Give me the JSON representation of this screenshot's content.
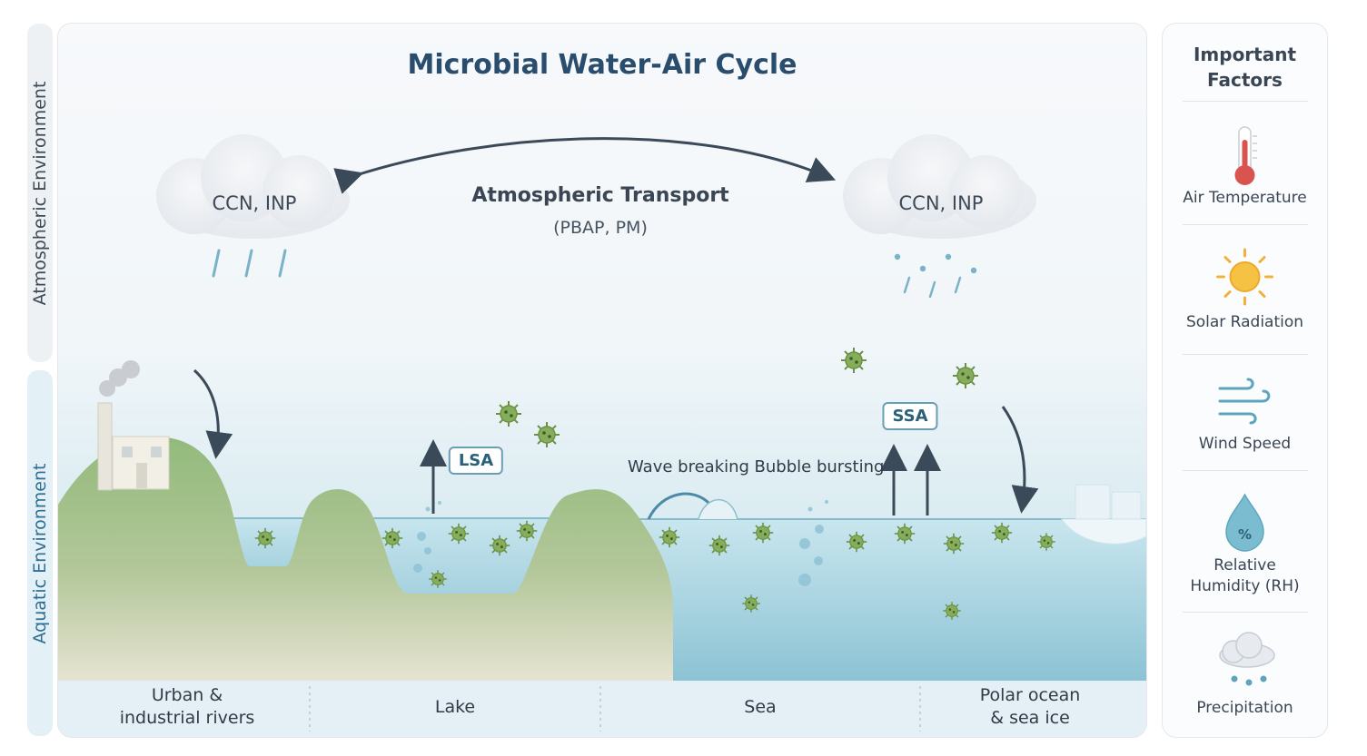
{
  "title": "Microbial Water-Air Cycle",
  "side_labels": {
    "atmospheric": "Atmospheric Environment",
    "aquatic": "Aquatic Environment"
  },
  "clouds": {
    "left_label": "CCN, INP",
    "right_label": "CCN, INP"
  },
  "transport": {
    "title": "Atmospheric Transport",
    "subtitle": "(PBAP, PM)"
  },
  "badges": {
    "lsa": "LSA",
    "ssa": "SSA"
  },
  "processes": {
    "wave": "Wave breaking",
    "bubble": "Bubble bursting"
  },
  "regions": [
    {
      "line1": "Urban &",
      "line2": "industrial rivers"
    },
    {
      "line1": "Lake",
      "line2": ""
    },
    {
      "line1": "Sea",
      "line2": ""
    },
    {
      "line1": "Polar ocean",
      "line2": "& sea ice"
    }
  ],
  "factors": {
    "title_line1": "Important",
    "title_line2": "Factors",
    "items": [
      {
        "icon": "thermometer-icon",
        "line1": "Air Temperature",
        "line2": ""
      },
      {
        "icon": "sun-icon",
        "line1": "Solar Radiation",
        "line2": ""
      },
      {
        "icon": "wind-icon",
        "line1": "Wind Speed",
        "line2": ""
      },
      {
        "icon": "humidity-drop-icon",
        "line1": "Relative",
        "line2": "Humidity (RH)"
      },
      {
        "icon": "precipitation-cloud-icon",
        "line1": "Precipitation",
        "line2": ""
      }
    ]
  },
  "colors": {
    "title": "#2a4d6e",
    "water": "#a9d4e0",
    "land": "#93bb7c",
    "microbe": "#7fa653",
    "accent": "#2f6f96"
  }
}
